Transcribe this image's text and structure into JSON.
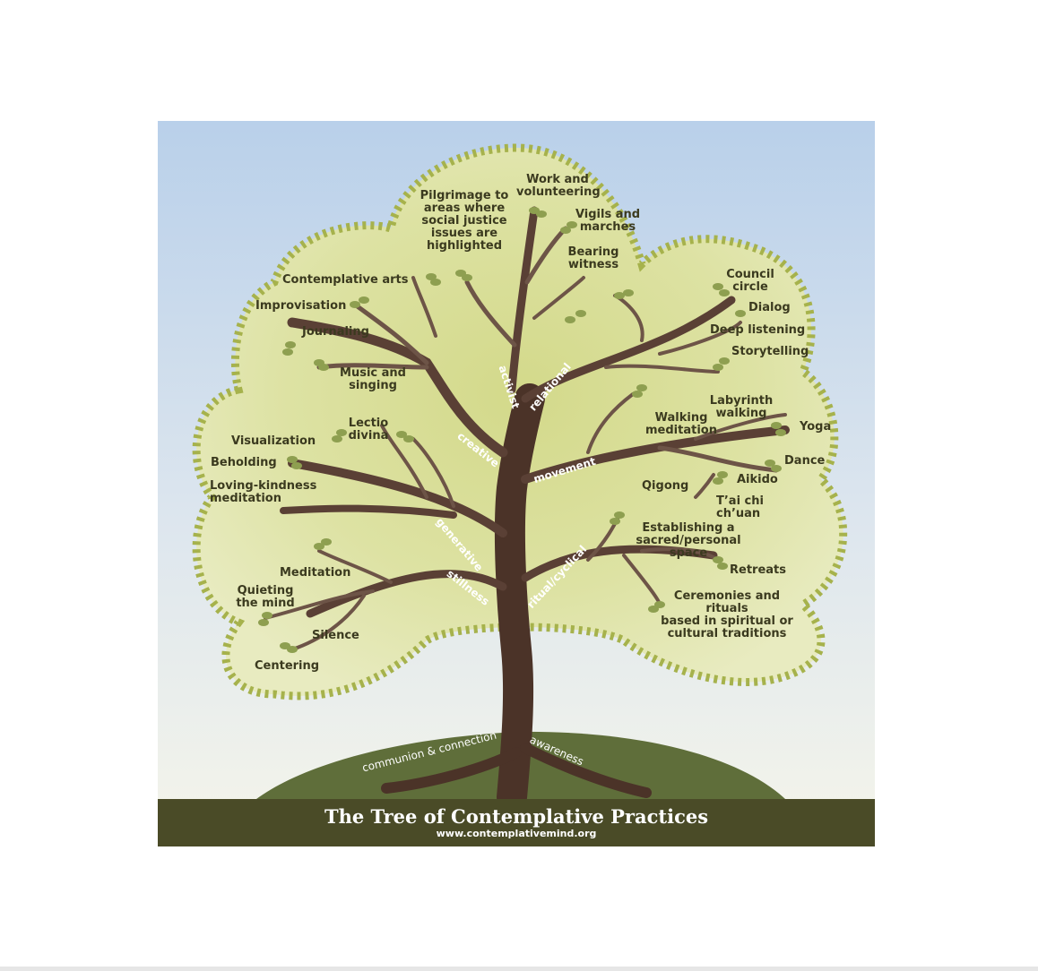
{
  "footer": {
    "title": "The Tree of Contemplative Practices",
    "url": "www.contemplativemind.org"
  },
  "colors": {
    "sky_top": "#b9d0ea",
    "sky_bottom": "#f5f5ea",
    "canopy": "#dfe3a4",
    "canopy_edge": "#a6b24c",
    "trunk": "#4b3328",
    "hill": "#5f6e3a",
    "footer_bar": "#4a4b27",
    "label_text": "#3b3a1f"
  },
  "branches": {
    "activist": "activist",
    "relational": "relational",
    "creative": "creative",
    "movement": "movement",
    "generative": "generative",
    "stillness": "stillness",
    "ritual": "ritual/cyclical"
  },
  "roots": {
    "communion": "communion & connection",
    "awareness": "awareness"
  },
  "practices": {
    "pilgrimage": "Pilgrimage to\nareas where\nsocial justice\nissues are\nhighlighted",
    "work": "Work and\nvolunteering",
    "vigils": "Vigils and\nmarches",
    "bearing": "Bearing\nwitness",
    "contemplative_arts": "Contemplative arts",
    "improvisation": "Improvisation",
    "journaling": "Journaling",
    "music": "Music and\nsinging",
    "council": "Council\ncircle",
    "dialog": "Dialog",
    "deep_listening": "Deep listening",
    "storytelling": "Storytelling",
    "labyrinth": "Labyrinth\nwalking",
    "walking_meditation": "Walking\nmeditation",
    "yoga": "Yoga",
    "dance": "Dance",
    "aikido": "Aikido",
    "qigong": "Qigong",
    "taichi": "T’ai chi ch’uan",
    "lectio": "Lectio\ndivina",
    "visualization": "Visualization",
    "beholding": "Beholding",
    "loving_kindness": "Loving-kindness meditation",
    "establishing": "Establishing a\nsacred/personal space",
    "retreats": "Retreats",
    "ceremonies": "Ceremonies and rituals\nbased in spiritual or\ncultural traditions",
    "meditation": "Meditation",
    "quieting": "Quieting\nthe mind",
    "silence": "Silence",
    "centering": "Centering"
  }
}
